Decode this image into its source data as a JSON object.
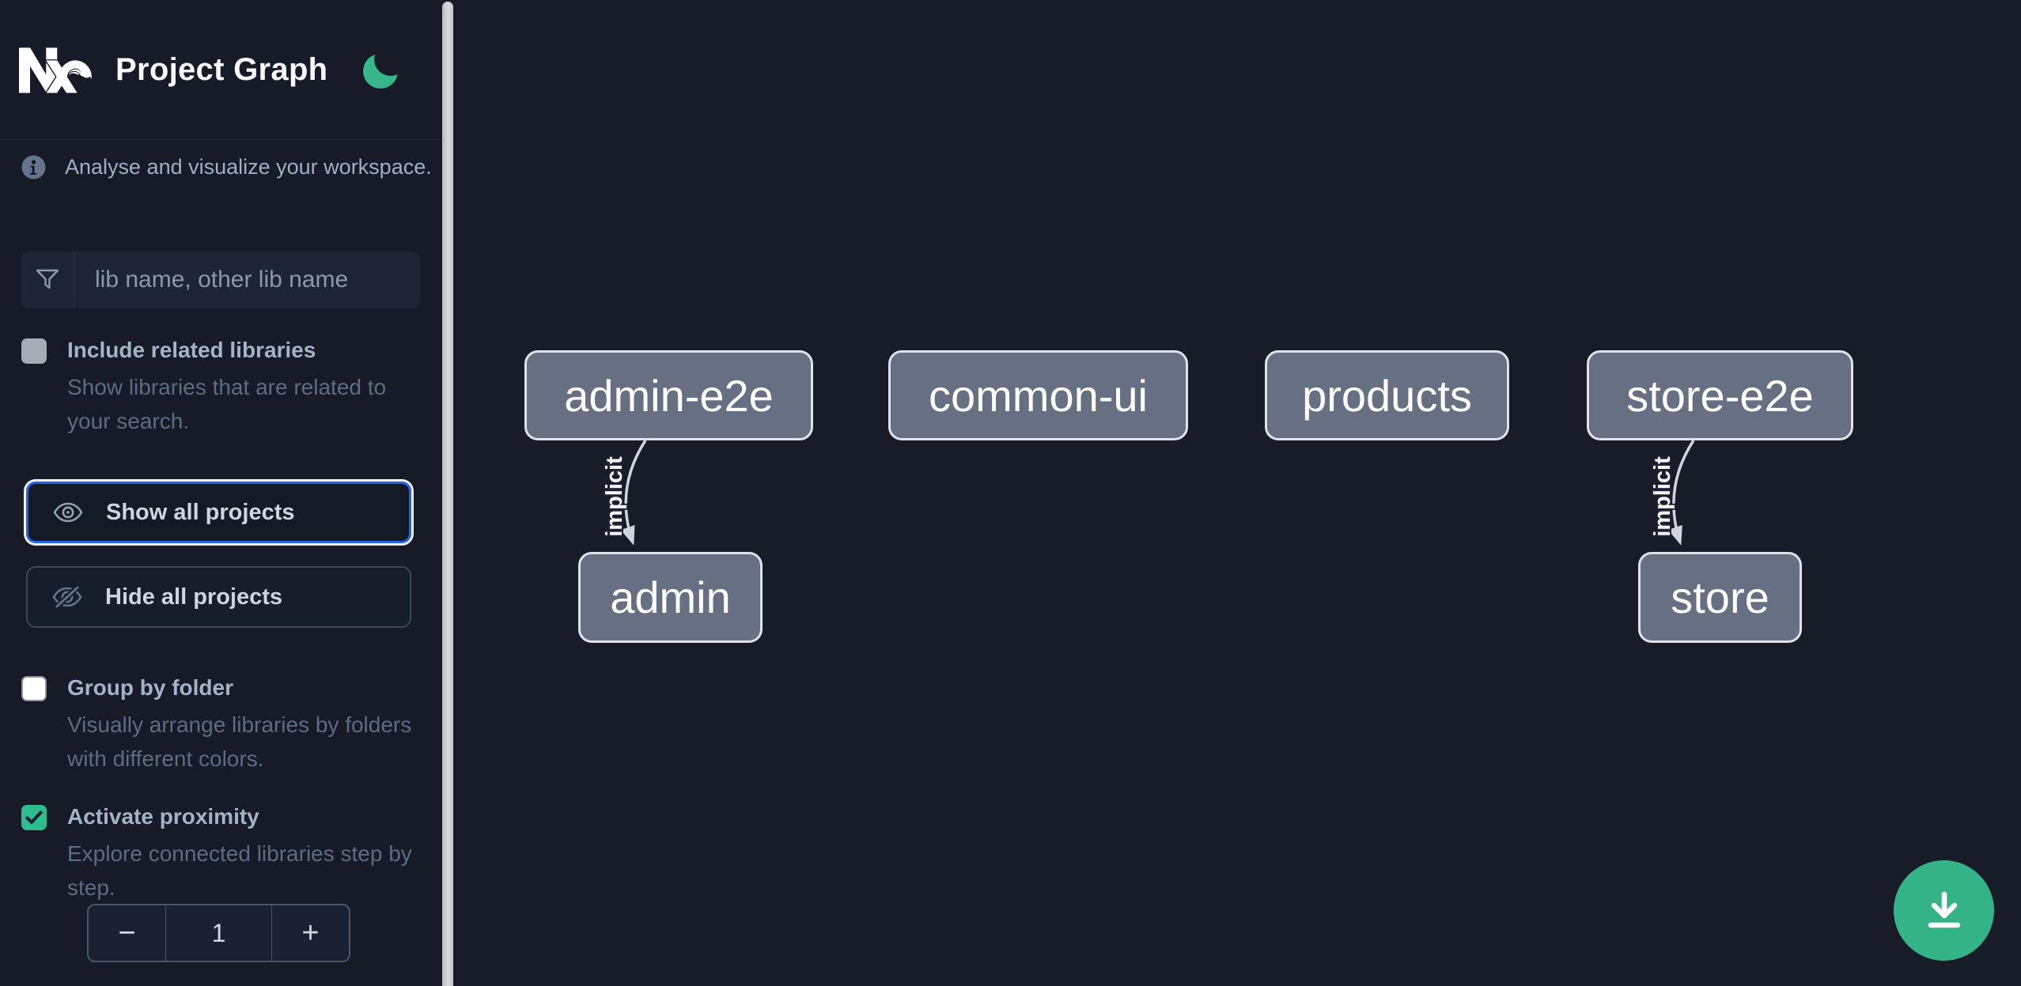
{
  "header": {
    "title": "Project Graph"
  },
  "sidebar": {
    "tagline": "Analyse and visualize your workspace.",
    "search": {
      "placeholder": "lib name, other lib name",
      "value": ""
    },
    "toggles": [
      {
        "label": "Include related libraries",
        "description": "Show libraries that are related to your search.",
        "checked": false
      },
      {
        "label": "Group by folder",
        "description": "Visually arrange libraries by folders with different colors.",
        "checked": false
      },
      {
        "label": "Activate proximity",
        "description": "Explore connected libraries step by step.",
        "checked": true
      }
    ],
    "actions": {
      "show_all": "Show all projects",
      "hide_all": "Hide all projects"
    },
    "proximity_stepper": {
      "decrement": "−",
      "value": "1",
      "increment": "+"
    }
  },
  "graph": {
    "nodes": [
      {
        "label": "admin-e2e"
      },
      {
        "label": "common-ui"
      },
      {
        "label": "products"
      },
      {
        "label": "store-e2e"
      },
      {
        "label": "admin"
      },
      {
        "label": "store"
      }
    ],
    "edges": [
      {
        "from": "admin-e2e",
        "to": "admin",
        "label": "implicit"
      },
      {
        "from": "store-e2e",
        "to": "store",
        "label": "implicit"
      }
    ]
  },
  "fab": {
    "action": "download-graph-image"
  },
  "colors": {
    "canvas_bg": "#171c28",
    "node_fill": "#667082",
    "accent_green": "#34b486",
    "checkbox_green": "#2ebd8e",
    "focus_blue": "#2563eb"
  }
}
